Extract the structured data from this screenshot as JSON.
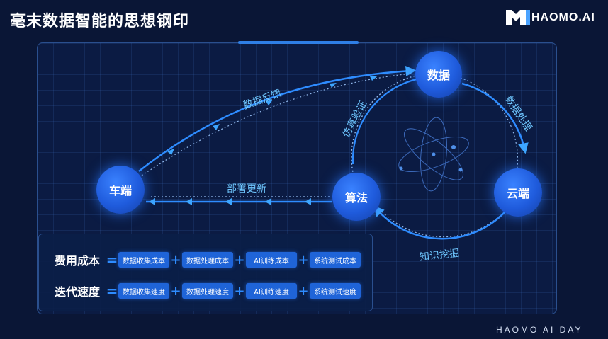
{
  "title": "毫末数据智能的思想钢印",
  "brand": {
    "name": "HAOMO.AI"
  },
  "footer": "HAOMO AI DAY",
  "nodes": {
    "data": "数据",
    "vehicle": "车端",
    "algorithm": "算法",
    "cloud": "云端"
  },
  "edges": {
    "data_feedback": "数据反馈",
    "data_processing": "数据处理",
    "simulation_validation": "仿真验证",
    "deploy_update": "部署更新",
    "knowledge_mining": "知识挖掘"
  },
  "formulas": [
    {
      "label": "费用成本",
      "eq": "=",
      "terms": [
        "数据收集成本",
        "数据处理成本",
        "AI训练成本",
        "系统测试成本"
      ]
    },
    {
      "label": "迭代速度",
      "eq": "=",
      "terms": [
        "数据收集速度",
        "数据处理速度",
        "AI训练速度",
        "系统测试速度"
      ]
    }
  ],
  "colors": {
    "background": "#0a1636",
    "node": "#1f5bdc",
    "accent": "#2e8cff",
    "edge_label": "#6fc7ff"
  }
}
